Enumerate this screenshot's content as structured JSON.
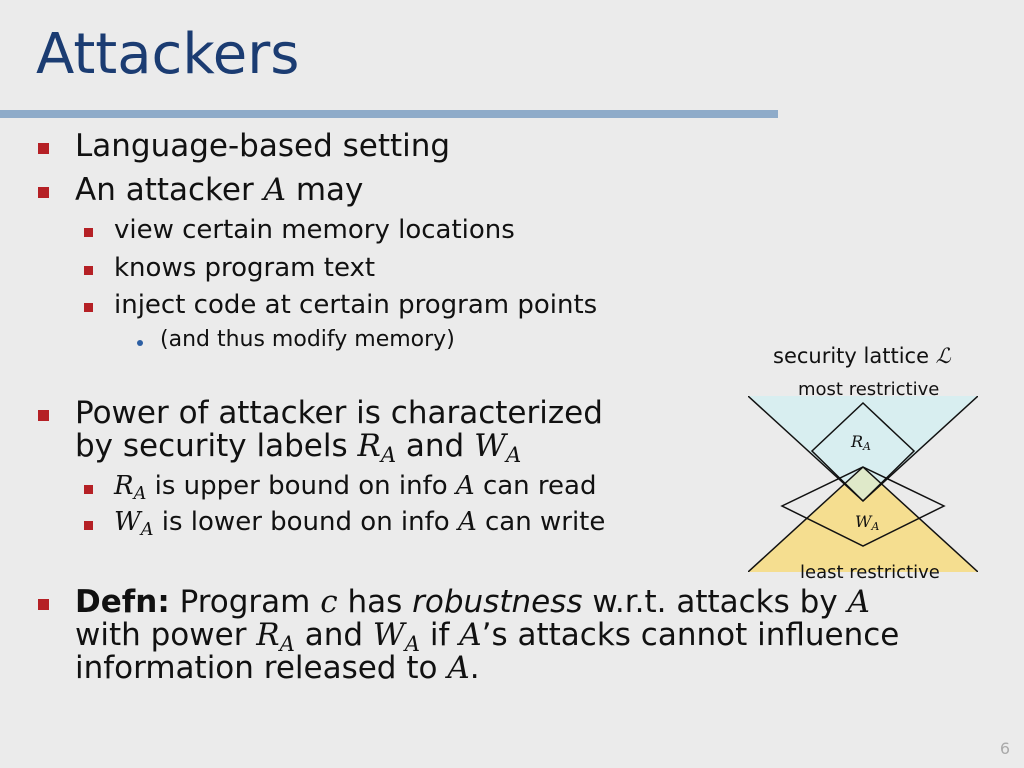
{
  "slide": {
    "title": "Attackers",
    "number": "6"
  },
  "bullets": {
    "b1": "Language-based setting",
    "b2_pre": "An attacker ",
    "b2_var": "A",
    "b2_post": " may",
    "b2_sub1": "view certain memory locations",
    "b2_sub2": "knows program text",
    "b2_sub3": "inject code at certain program points",
    "b2_sub3_sub": "(and thus modify memory)",
    "b3_line1": "Power of attacker is characterized",
    "b3_line2_pre": "by security labels ",
    "b3_R": "R",
    "b3_Rsub": "A",
    "b3_and": " and ",
    "b3_W": "W",
    "b3_Wsub": "A",
    "b3_sub1_R": "R",
    "b3_sub1_Rsub": "A",
    "b3_sub1_mid": " is upper bound on info ",
    "b3_sub1_A": "A",
    "b3_sub1_end": " can read",
    "b3_sub2_W": "W",
    "b3_sub2_Wsub": "A",
    "b3_sub2_mid": " is lower bound on info ",
    "b3_sub2_A": "A",
    "b3_sub2_end": " can write",
    "defn_label": "Defn:",
    "defn_1": " Program ",
    "defn_c": "c",
    "defn_2": " has ",
    "defn_robust": "robustness",
    "defn_3": " w.r.t. attacks by ",
    "defn_A1": "A",
    "defn_4": "with power ",
    "defn_R": "R",
    "defn_Rsub": "A",
    "defn_5": " and ",
    "defn_W": "W",
    "defn_Wsub": "A",
    "defn_6": " if ",
    "defn_A2": "A",
    "defn_7": "’s attacks cannot influence",
    "defn_8": "information released to ",
    "defn_A3": "A",
    "defn_9": "."
  },
  "lattice": {
    "title": "security lattice ",
    "symbol": "ℒ",
    "top_label": "most restrictive",
    "bottom_label": "least restrictive",
    "R": "R",
    "Rsub": "A",
    "W": "W",
    "Wsub": "A",
    "colors": {
      "upper_fill": "#d8eef0",
      "lower_fill": "#f5de90",
      "overlap_fill": "#dfe9c9"
    }
  }
}
